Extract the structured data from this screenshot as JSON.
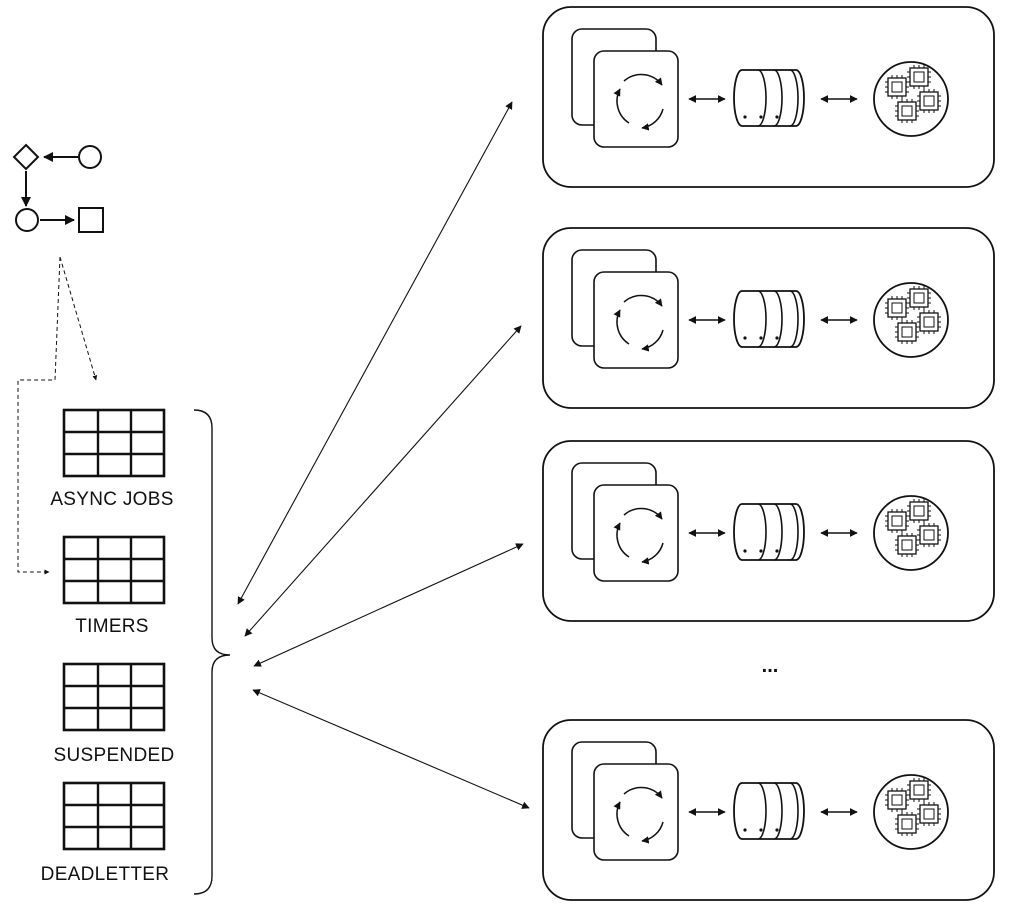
{
  "tables": [
    {
      "label": "ASYNC JOBS"
    },
    {
      "label": "TIMERS"
    },
    {
      "label": "SUSPENDED"
    },
    {
      "label": "DEADLETTER"
    }
  ],
  "nodes": [
    {
      "id": "node-1"
    },
    {
      "id": "node-2"
    },
    {
      "id": "node-3"
    },
    {
      "id": "node-4"
    }
  ],
  "ellipsis": "...",
  "icons": {
    "workflow": "workflow-icon",
    "table": "table-icon",
    "process": "refresh-cycle-icon",
    "database": "database-icon",
    "cpu_cluster": "cpu-cluster-icon"
  },
  "colors": {
    "stroke": "#111111",
    "background": "#ffffff"
  }
}
